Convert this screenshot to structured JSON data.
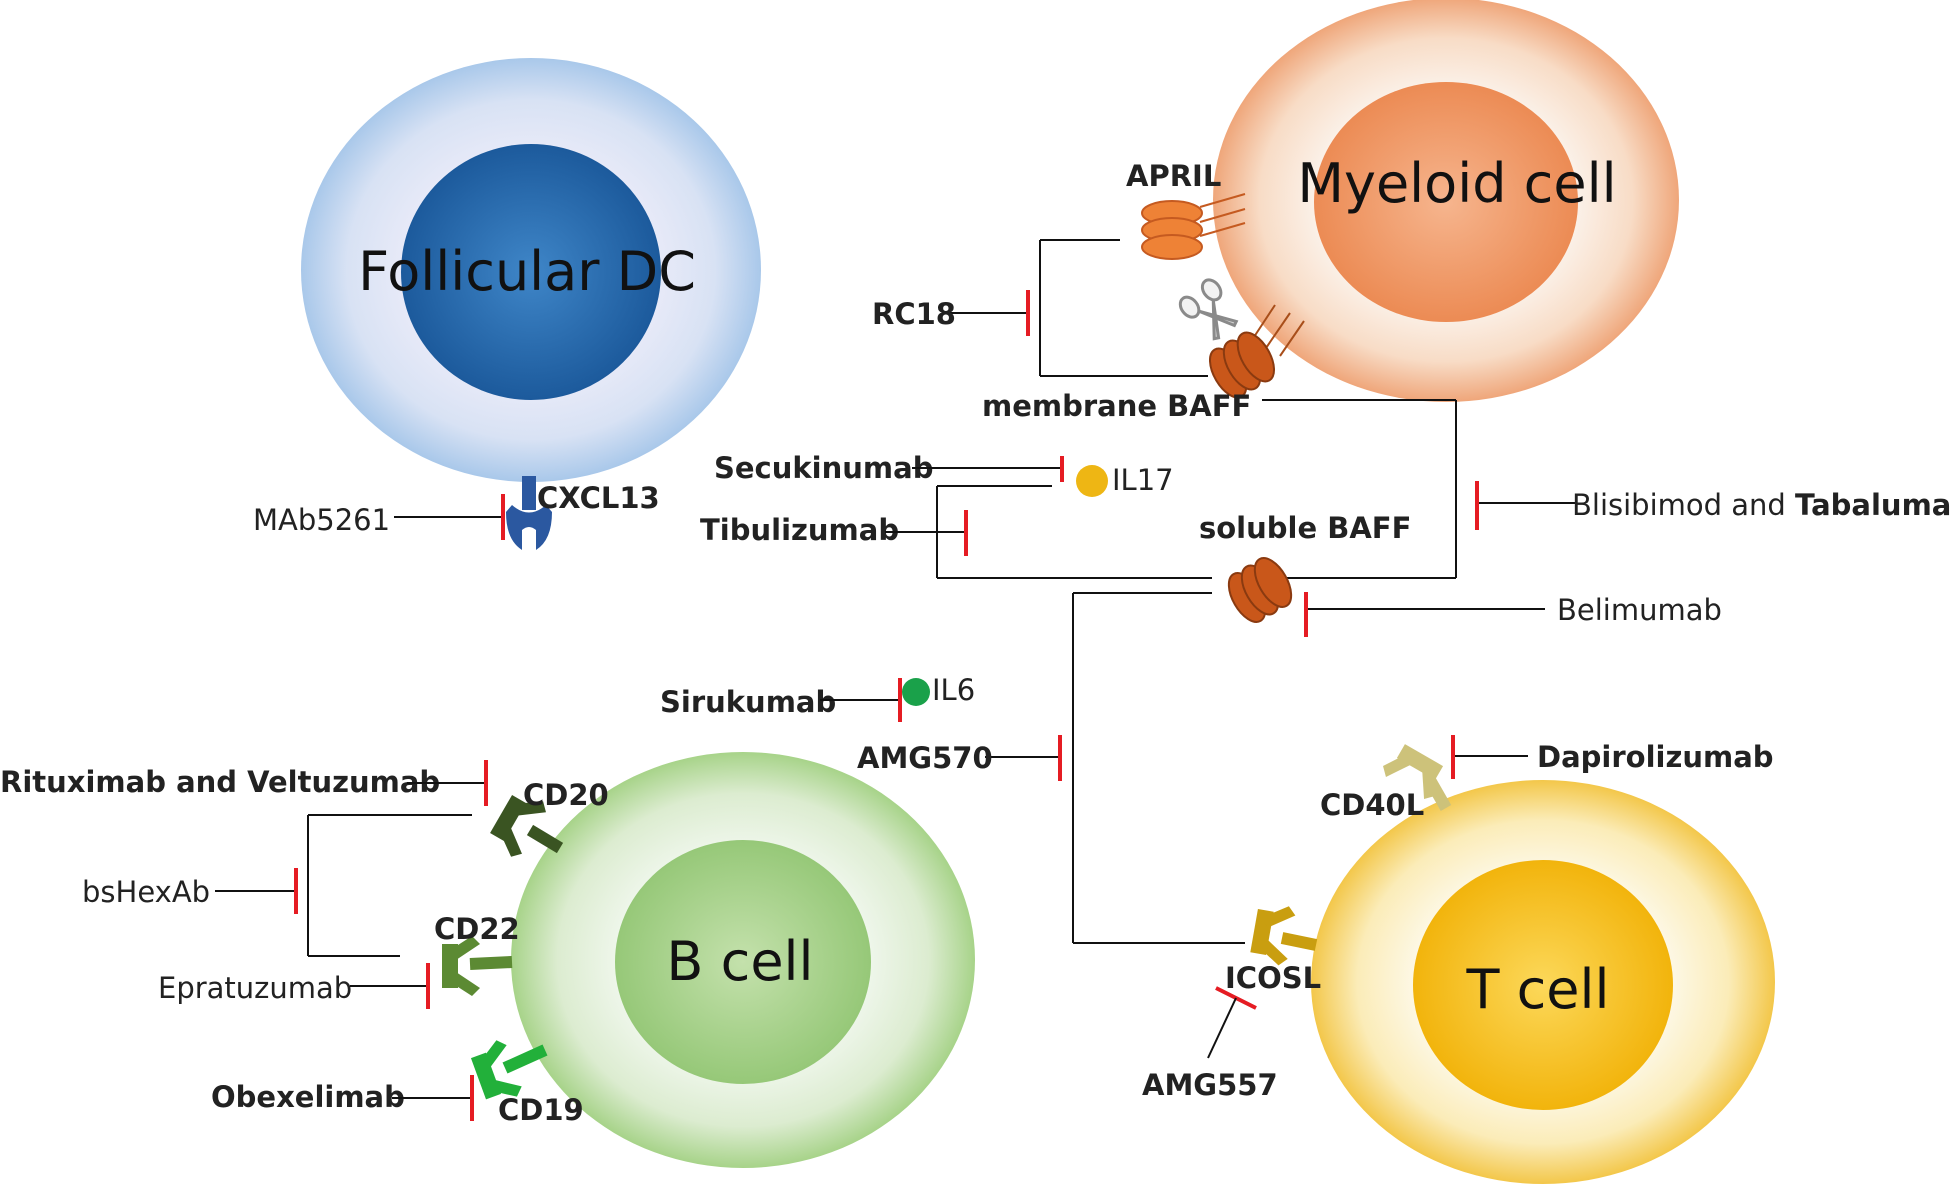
{
  "cells": {
    "follicular_dc": "Follicular DC",
    "myeloid": "Myeloid cell",
    "b_cell": "B cell",
    "t_cell": "T cell"
  },
  "molecules": {
    "cxcl13": "CXCL13",
    "april": "APRIL",
    "membrane_baff": "membrane BAFF",
    "soluble_baff": "soluble BAFF",
    "il17": "IL17",
    "il6": "IL6",
    "cd20": "CD20",
    "cd22": "CD22",
    "cd19": "CD19",
    "cd40l": "CD40L",
    "icosl": "ICOSL"
  },
  "drugs": {
    "mab5261": "MAb5261",
    "rc18": "RC18",
    "secukinumab": "Secukinumab",
    "tibulizumab": "Tibulizumab",
    "blisibimod_prefix": "Blisibimod and ",
    "blisibimod_bold": "Tabalumab",
    "belimumab": "Belimumab",
    "sirukumab": "Sirukumab",
    "amg570": "AMG570",
    "rituximab": "Rituximab and Veltuzumab",
    "bshexab": "bsHexAb",
    "epratuzumab": "Epratuzumab",
    "obexelimab": "Obexelimab",
    "dapirolizumab": "Dapirolizumab",
    "amg557": "AMG557"
  },
  "icons": {
    "scissors": "scissors-icon"
  },
  "colors": {
    "inhibition": "#e51c23",
    "dc": "#2e6fb0",
    "myeloid": "#ee8a50",
    "b_cell": "#9dcf7a",
    "t_cell": "#f4bf1a"
  }
}
